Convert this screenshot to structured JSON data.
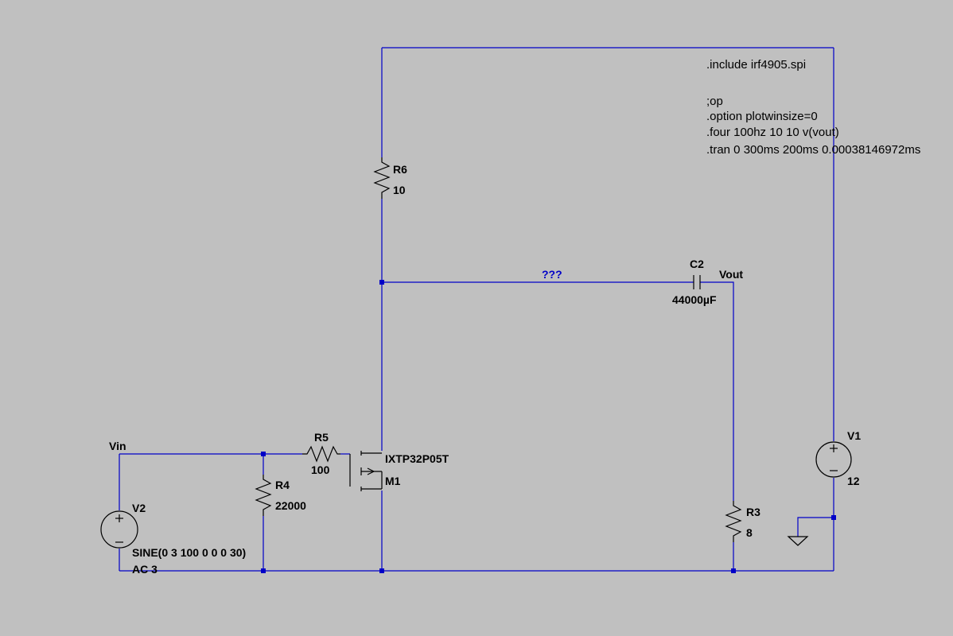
{
  "directives": {
    "include": ".include irf4905.spi",
    "op": ";op",
    "option": ".option plotwinsize=0",
    "four": ".four 100hz 10 10 v(vout)",
    "tran": ".tran 0 300ms 200ms 0.00038146972ms"
  },
  "components": {
    "r6": {
      "name": "R6",
      "value": "10"
    },
    "c2": {
      "name": "C2",
      "value": "44000µF"
    },
    "r5": {
      "name": "R5",
      "value": "100"
    },
    "r4": {
      "name": "R4",
      "value": "22000"
    },
    "r3": {
      "name": "R3",
      "value": "8"
    },
    "m1": {
      "name": "M1",
      "model": "IXTP32P05T"
    },
    "v1": {
      "name": "V1",
      "value": "12"
    },
    "v2": {
      "name": "V2",
      "value": "SINE(0 3 100 0 0 0 30)",
      "ac": "AC 3"
    }
  },
  "nets": {
    "vout": "Vout",
    "vin": "Vin",
    "unknown": "???"
  },
  "colors": {
    "background": "#c0c0c0",
    "wire": "#0000c8",
    "component": "#000000"
  }
}
